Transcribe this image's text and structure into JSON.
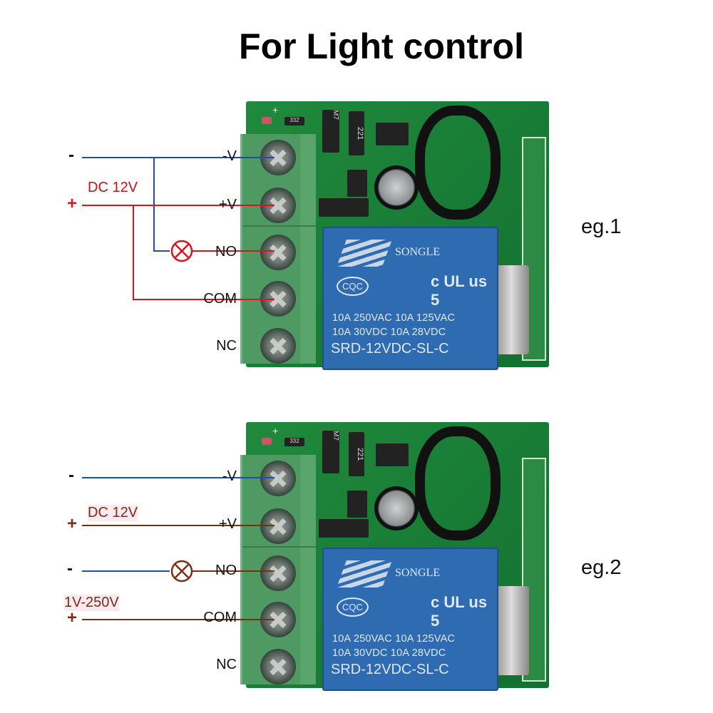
{
  "title": "For Light control",
  "colors": {
    "negative_wire": "#1f4fa8",
    "positive_wire_eg1": "#e0101c",
    "positive_wire_eg2": "#7a2e12",
    "pcb": "#1a7e36",
    "terminal_block": "#4f9a63",
    "relay": "#2f6bb0"
  },
  "terminals": [
    "-V",
    "+V",
    "NO",
    "COM",
    "NC"
  ],
  "relay": {
    "brand": "SONGLE",
    "cert_cqc": "CQC",
    "cert_ul": "c UL us",
    "ul_number": "5",
    "rating_line1": "10A 250VAC  10A 125VAC",
    "rating_line2": "10A  30VDC  10A  28VDC",
    "model": "SRD-12VDC-SL-C"
  },
  "pcb_markings": {
    "led_plus": "+",
    "resistor_1": "332",
    "resistor_2": "221",
    "diode": "M7"
  },
  "examples": [
    {
      "label": "eg.1",
      "supply_label": "DC 12V",
      "minus": "-",
      "plus": "+",
      "load_icon": "lamp-icon"
    },
    {
      "label": "eg.2",
      "supply_label": "DC 12V",
      "load_supply_label": "1V-250V",
      "minus": "-",
      "plus": "+",
      "load_minus": "-",
      "load_plus": "+",
      "load_icon": "lamp-icon"
    }
  ]
}
